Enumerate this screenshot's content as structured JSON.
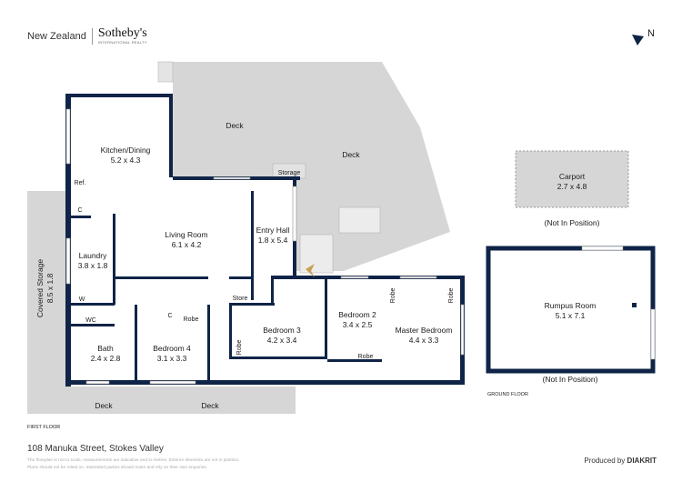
{
  "brand": {
    "region": "New Zealand",
    "name": "Sotheby's",
    "tagline": "INTERNATIONAL REALTY"
  },
  "compass": {
    "label": "N"
  },
  "rooms": {
    "kitchen": {
      "name": "Kitchen/Dining",
      "size": "5.2 x 4.3"
    },
    "living": {
      "name": "Living Room",
      "size": "6.1 x 4.2"
    },
    "entry": {
      "name": "Entry Hall",
      "size": "1.8 x 5.4"
    },
    "laundry": {
      "name": "Laundry",
      "size": "3.8 x 1.8"
    },
    "bath": {
      "name": "Bath",
      "size": "2.4 x 2.8"
    },
    "bed4": {
      "name": "Bedroom 4",
      "size": "3.1 x 3.3"
    },
    "bed3": {
      "name": "Bedroom 3",
      "size": "4.2 x 3.4"
    },
    "bed2": {
      "name": "Bedroom 2",
      "size": "3.4 x 2.5"
    },
    "master": {
      "name": "Master Bedroom",
      "size": "4.4 x 3.3"
    },
    "covered_storage": {
      "name": "Covered Storage",
      "size": "8.5 x 1.8"
    },
    "carport": {
      "name": "Carport",
      "size": "2.7 x 4.8",
      "note": "(Not In Position)"
    },
    "rumpus": {
      "name": "Rumpus Room",
      "size": "5.1 x 7.1",
      "note": "(Not In Position)"
    }
  },
  "small_labels": {
    "deck": "Deck",
    "storage": "Storage",
    "store": "Store",
    "ref": "Ref.",
    "c": "C",
    "wc": "WC",
    "w": "W",
    "robe": "Robe"
  },
  "floors": {
    "first": "FIRST FLOOR",
    "ground": "GROUND FLOOR"
  },
  "footer": {
    "address": "108 Manuka Street, Stokes Valley",
    "disclaimer_1": "The floorplan is not to scale, measurements are indicative and in metres. Exterior elements are not in position.",
    "disclaimer_2": "Plans should not be relied on. Interested parties should make and rely on their own enquiries.",
    "produced_by": "Produced by",
    "producer": "DIAKRIT"
  },
  "colors": {
    "wall": "#0f2447",
    "deck": "#d6d6d6",
    "entrance_marker": "#c8a050"
  }
}
